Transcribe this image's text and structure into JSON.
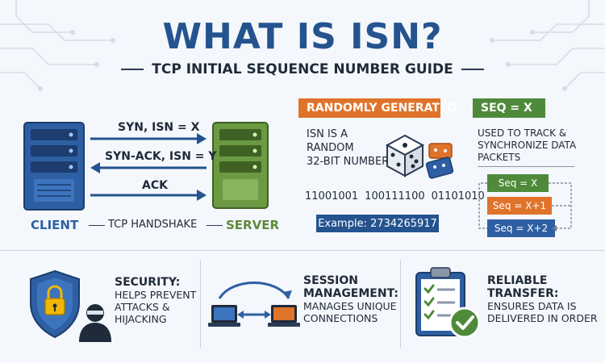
{
  "header": {
    "title": "WHAT IS ISN?",
    "subtitle": "TCP INITIAL SEQUENCE NUMBER GUIDE"
  },
  "handshake": {
    "syn": "SYN, ISN = X",
    "synack": "SYN-ACK, ISN = Y",
    "ack": "ACK",
    "client": "CLIENT",
    "server": "SERVER",
    "label": "TCP HANDSHAKE"
  },
  "random": {
    "banner": "RANDOMLY GENERATED",
    "line1": "ISN IS A",
    "line2": "RANDOM",
    "line3": "32-BIT NUMBER",
    "bits": [
      "11001001",
      "100111100",
      "01101010"
    ],
    "example": "Example: 2734265917"
  },
  "seq": {
    "banner": "SEQ = X",
    "desc1": "USED TO TRACK &",
    "desc2": "SYNCHRONIZE DATA",
    "desc3": "PACKETS",
    "items": [
      "Seq = X",
      "Seq = X+1",
      "Seq = X+2"
    ]
  },
  "features": {
    "security": {
      "title1": "SECURITY:",
      "desc1": "HELPS PREVENT",
      "desc2": "ATTACKS &",
      "desc3": "HIJACKING"
    },
    "session": {
      "title1": "SESSION",
      "title2": "MANAGEMENT:",
      "desc1": "MANAGES UNIQUE",
      "desc2": "CONNECTIONS"
    },
    "reliable": {
      "title1": "RELIABLE",
      "title2": "TRANSFER:",
      "desc1": "ENSURES DATA IS",
      "desc2": "DELIVERED IN ORDER"
    }
  },
  "colors": {
    "title_blue": "#24538f",
    "client_blue": "#2e5fa3",
    "server_green": "#5f8a3a",
    "banner_orange": "#e0732a",
    "seq_green": "#4e8a3a",
    "seq_orange": "#e0732a",
    "seq_blue": "#2e5fa3"
  }
}
